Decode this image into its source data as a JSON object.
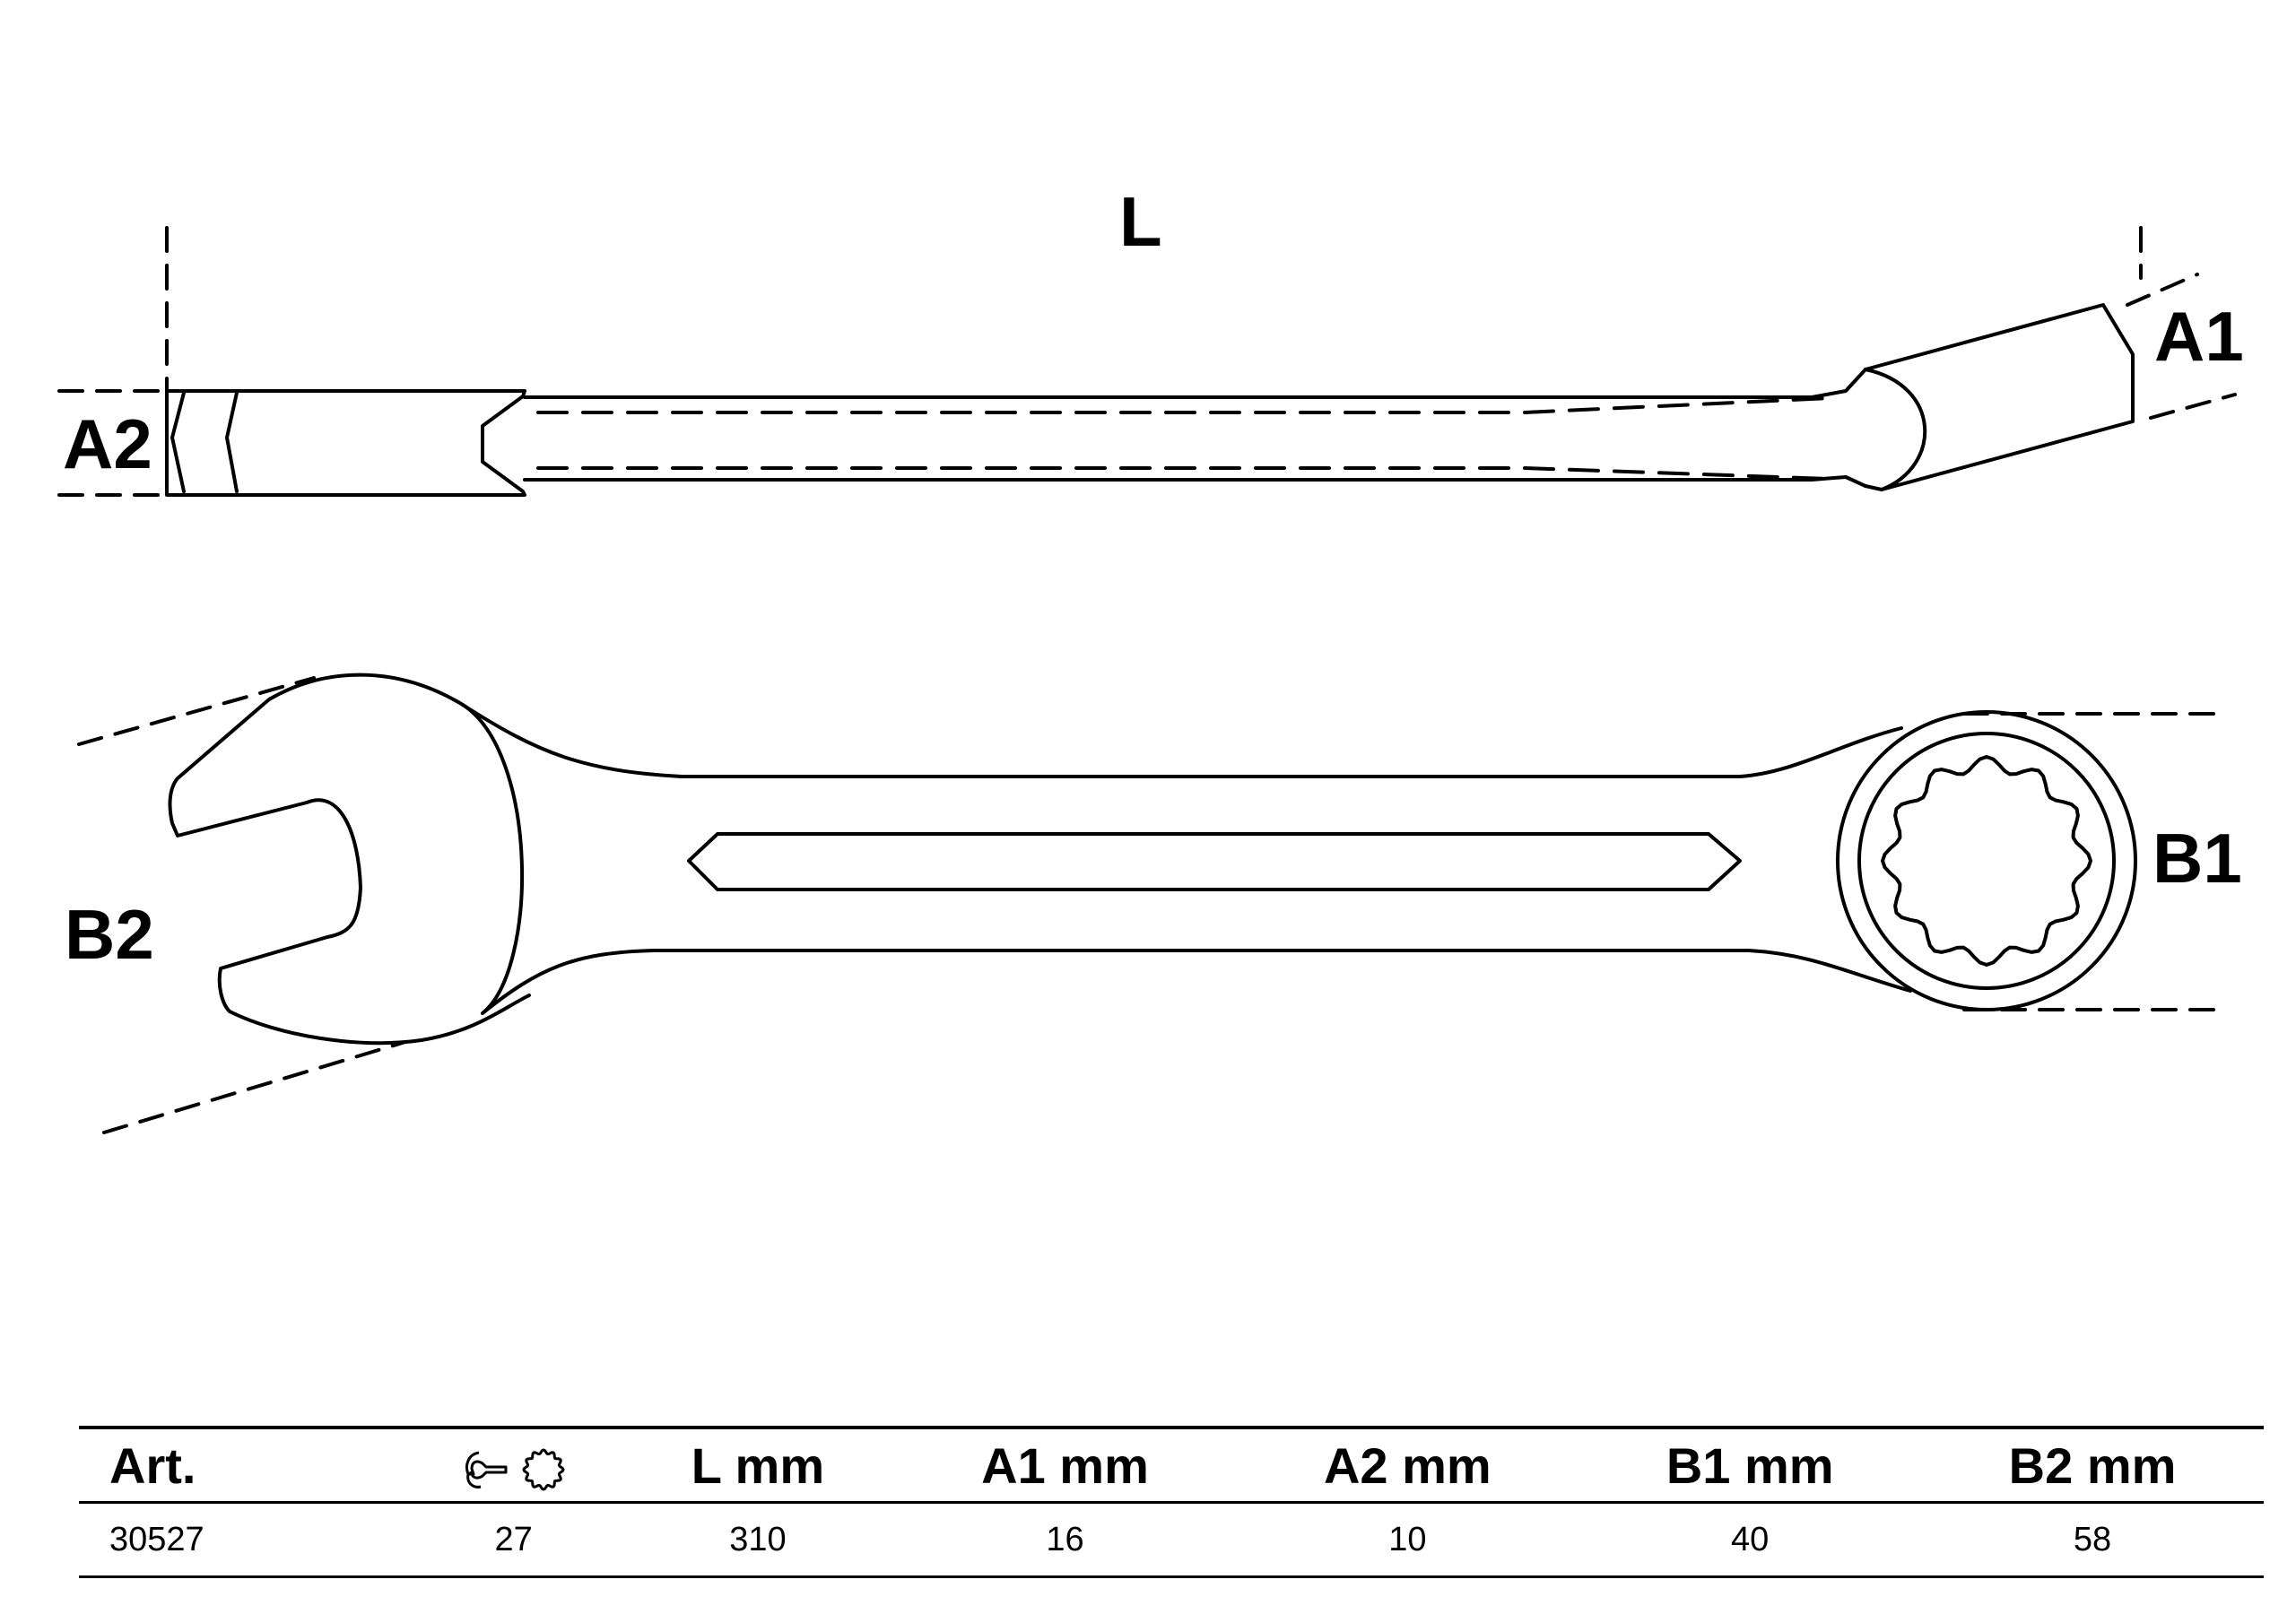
{
  "labels": {
    "L": "L",
    "A1": "A1",
    "A2": "A2",
    "B1": "B1",
    "B2": "B2"
  },
  "table": {
    "headers": [
      "Art.",
      "",
      "L mm",
      "A1 mm",
      "A2 mm",
      "B1 mm",
      "B2 mm"
    ],
    "header_icons": [
      "open-end-wrench-icon",
      "twelve-point-ring-icon"
    ],
    "rows": [
      [
        "30527",
        "27",
        "310",
        "16",
        "10",
        "40",
        "58"
      ]
    ]
  },
  "colors": {
    "line": "#000000",
    "background": "#ffffff"
  }
}
